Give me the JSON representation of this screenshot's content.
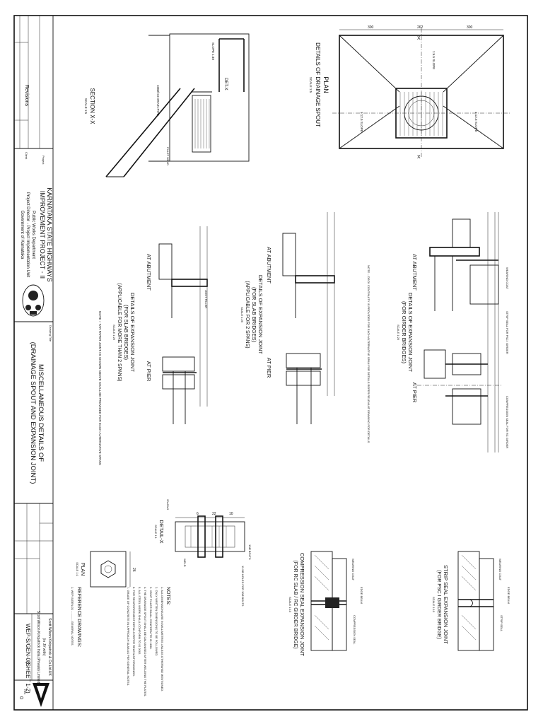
{
  "title_block": {
    "revisions": "Revisions",
    "client_label": "Client",
    "project_label": "Project",
    "project_line1": "KARNATAKA STATE HIGHWAYS",
    "project_line2": "IMPROVEMENT PROJECT - II",
    "client_line1": "Public Works Department",
    "client_line2": "Project Director - Project Implementation Unit",
    "client_line3": "Government of Karnataka",
    "drawing_title_label": "Drawing Title",
    "drawing_title_line1": "MISCELLANEOUS DETAILS OF",
    "drawing_title_line2": "(DRAINAGE SPOUT AND EXPANSION JOINT)",
    "consultant_line1": "Scott Wilson Kirkpatrick & Co.Ltd.UK",
    "consultant_line2": "(in JV with)",
    "consultant_line3": "Scott Wilson Kirkpatrick India (Private) Limited",
    "drawing_no": "WEP-S/GEN-03",
    "sheet": "(SHEET 1-2)",
    "rev_label": "Rev",
    "rev_value": "0"
  },
  "plan_drainage": {
    "title": "PLAN",
    "subtitle": "DETAILS OF DRAINAGE SPOUT",
    "scale": "SCALE 1:5",
    "dims": [
      "300",
      "262",
      "300"
    ],
    "slope_left": "1:12.5 SLOPE",
    "slope_right": "1:12.5 SLOPE",
    "slope_top": "1:6.5 SLOPE",
    "section_mark": "X"
  },
  "section_xx": {
    "title": "SECTION X-X",
    "scale": "SCALE 1:5",
    "detail_x": "DET-X",
    "slope": "SLOPE 1:40",
    "pipe": "100Ø GI DRAIN PIPE",
    "fillet_weld": "FILLET WELD"
  },
  "exp_girder": {
    "title": "DETAILS OF EXPANSION JOINT",
    "subtitle": "(FOR GIRDER BRIDGES)",
    "scale": "SCALE 1:25",
    "at_abutment": "AT ABUTMENT",
    "at_pier": "AT PIER",
    "note": "NOTE :- DECK CONTINUITY IS PROVIDED FOR EACH ALTERNATIVE SPAN FOR DETAILS REFER RELEVANT DRAWING FOR DETAILS",
    "wearing_coat": "WEARING COAT",
    "strip_seal": "STRIP SEAL FOR PSC I GIRDER",
    "compression_seal": "COMPRESSION SEAL FOR RC GIRDER"
  },
  "exp_slab_two": {
    "title": "DETAILS OF EXPANSION JOINT",
    "subtitle": "(FOR SLAB BRIDGES)",
    "subtitle2": "(APPLICABLE FOR 2 SPANS)",
    "scale": "SCALE 1:25",
    "at_abutment": "AT ABUTMENT",
    "at_pier": "AT PIER"
  },
  "exp_slab_more": {
    "title": "DETAILS OF EXPANSION JOINT",
    "subtitle": "(FOR SLAB BRIDGES)",
    "subtitle2": "(APPLICABLE FOR MORE THAN 2 SPANS)",
    "scale": "SCALE 1:25",
    "at_abutment": "AT ABUTMENT",
    "at_pier": "AT PIER",
    "note": "NOTE :- TAR PAPER JOINT AS SHOWN ABOVE SHALL BE PROVIDED FOR EACH ALTERNATIVE SPANS",
    "joint_filler": "JOINT FILLER"
  },
  "detail_x": {
    "title": "DETAIL-X",
    "scale": "SCALE 1:1",
    "dims": [
      "6",
      "22",
      "10"
    ],
    "top_bolts": "10Ø BOLTS",
    "bolt_holes": "11.5Ø HOLES FOR 10Ø BOLTS",
    "weld": "WELD",
    "bar": "20x20x3"
  },
  "plan_small": {
    "title": "PLAN",
    "scale": "SCALE 1:1",
    "dim": "26"
  },
  "compression_seal": {
    "title": "COMPRESSION SEAL EXPANSION JOINT",
    "subtitle": "(FOR RC SLAB / RC GIRDER BRIDGE)",
    "scale": "SCALE 1:10",
    "wearing_coat": "WEARING COAT",
    "edge_beam": "EDGE BEAM",
    "seal": "COMPRESSION SEAL"
  },
  "strip_seal": {
    "title": "STRIP SEAL EXPANSION JOINT",
    "subtitle": "(FOR PSC I GIRDER BRIDGE)",
    "scale": "SCALE 1:10",
    "wearing_coat": "WEARING COAT",
    "edge_beam": "EDGE BEAM",
    "seal": "STRIP SEAL"
  },
  "notes": {
    "title": "NOTES:",
    "items": [
      "1. ALL DIMENSIONS ARE IN MILLIMETRES UNLESS OTHERWISE MENTIONED.",
      "2. ONLY WRITTEN DIMENSIONS TO BE FOLLOWED.",
      "3. JOINT FILLER SHALL CONFORM TO IS 1838.",
      "4. THE DRAINAGE SPOUT SHALL BE GALVANISED AFTER WELDING THE PLATES.",
      "5. ALL STEEL WORK SHALL CONFORM TO IS 2062.",
      "6. FOR REINFORCEMENT DETAILS REFER RELEVANT DRAWINGS.",
      "7. GRADE OF CONCRETE IN APPROACH SLAB AS PER GENERAL NOTES."
    ],
    "ref_title": "REFERENCE DRAWINGS:",
    "ref_items": [
      "1. WEP-S/GEN-01 ............ GENERAL NOTES"
    ]
  }
}
